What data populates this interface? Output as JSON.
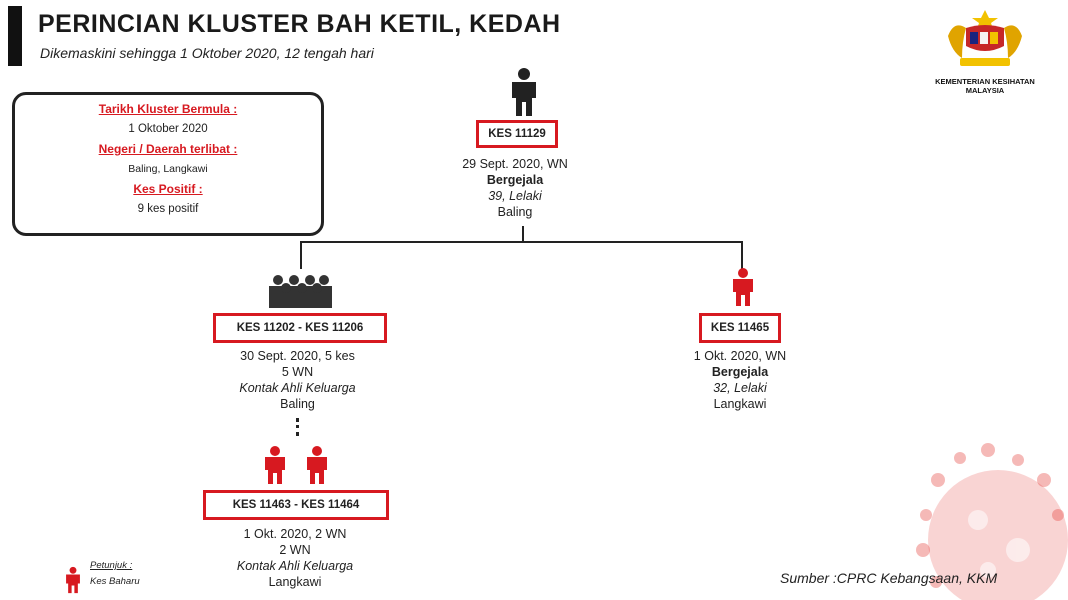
{
  "header": {
    "title": "PERINCIAN KLUSTER BAH KETIL, KEDAH",
    "subtitle": "Dikemaskini sehingga 1 Oktober 2020, 12 tengah hari"
  },
  "logo": {
    "line1": "KEMENTERIAN KESIHATAN",
    "line2": "MALAYSIA"
  },
  "info": {
    "date_label": "Tarikh Kluster Bermula :",
    "date_value": "1 Oktober 2020",
    "area_label": "Negeri / Daerah terlibat :",
    "area_value": "Baling, Langkawi",
    "positive_label": "Kes Positif :",
    "positive_value": "9 kes positif"
  },
  "nodes": {
    "root": {
      "case_id": "KES 11129",
      "date": "29 Sept. 2020, WN",
      "status": "Bergejala",
      "profile": "39, Lelaki",
      "location": "Baling"
    },
    "group": {
      "case_id": "KES 11202 - KES 11206",
      "date": "30 Sept. 2020, 5 kes",
      "count": "5 WN",
      "relation": "Kontak Ahli Keluarga",
      "location": "Baling"
    },
    "right": {
      "case_id": "KES 11465",
      "date": "1 Okt. 2020, WN",
      "status": "Bergejala",
      "profile": "32, Lelaki",
      "location": "Langkawi"
    },
    "bottom": {
      "case_id": "KES 11463 - KES 11464",
      "date": "1 Okt. 2020, 2 WN",
      "count": "2 WN",
      "relation": "Kontak Ahli Keluarga",
      "location": "Langkawi"
    }
  },
  "legend": {
    "title": "Petunjuk :",
    "label": "Kes Baharu"
  },
  "source": "Sumber :CPRC Kebangsaan,  KKM",
  "colors": {
    "new_case": "#d71920",
    "existing_case": "#222222"
  }
}
